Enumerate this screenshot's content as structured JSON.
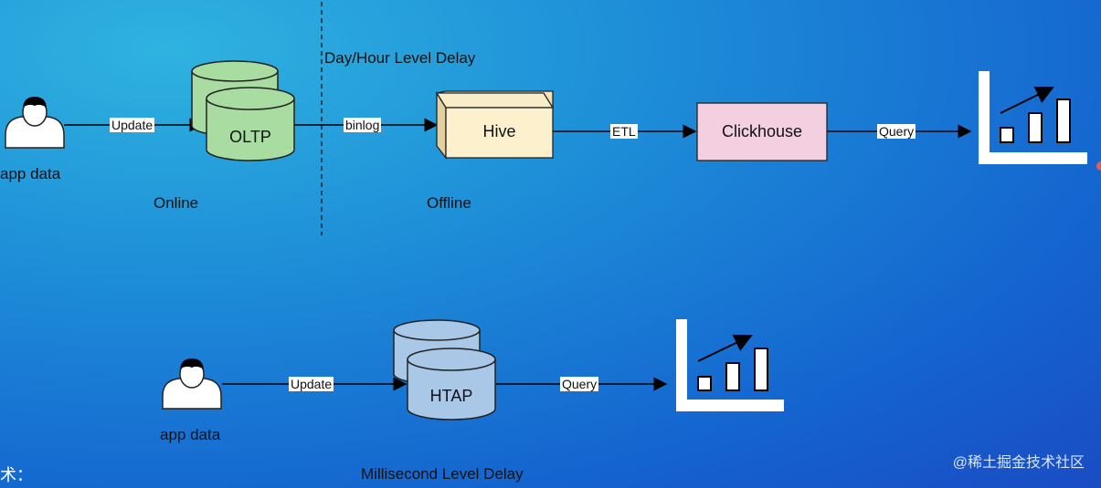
{
  "top_flow": {
    "source_label": "app data",
    "update_label": "Update",
    "oltp_label": "OLTP",
    "online_label": "Online",
    "delay_label": "Day/Hour Level Delay",
    "binlog_label": "binlog",
    "hive_label": "Hive",
    "offline_label": "Offline",
    "etl_label": "ETL",
    "clickhouse_label": "Clickhouse",
    "query_label": "Query"
  },
  "bottom_flow": {
    "source_label": "app data",
    "update_label": "Update",
    "htap_label": "HTAP",
    "query_label": "Query",
    "delay_label": "Millisecond Level Delay"
  },
  "watermark": "@稀土掘金技术社区",
  "corner_text": "术："
}
